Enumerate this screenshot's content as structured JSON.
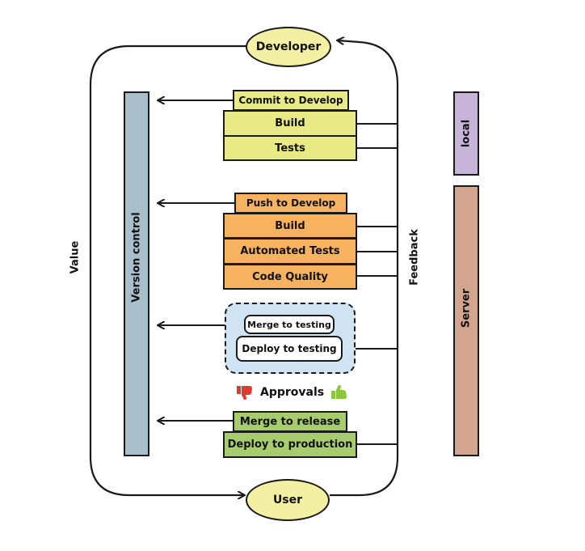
{
  "nodes": {
    "developer": "Developer",
    "user": "User",
    "version_control": "Version control",
    "value": "Value",
    "feedback": "Feedback",
    "local": "local",
    "server": "Server"
  },
  "stages": {
    "commit": {
      "header": "Commit to Develop",
      "build": "Build",
      "tests": "Tests"
    },
    "push": {
      "header": "Push to Develop",
      "build": "Build",
      "automated_tests": "Automated Tests",
      "code_quality": "Code Quality"
    },
    "testing": {
      "merge": "Merge to testing",
      "deploy": "Deploy to testing"
    },
    "approvals": {
      "label": "Approvals",
      "reject_icon": "thumbs-down-icon",
      "approve_icon": "thumbs-up-icon"
    },
    "release": {
      "merge": "Merge to release",
      "deploy": "Deploy to production"
    }
  },
  "colors": {
    "yellow": "#e8ea85",
    "orange": "#f7b260",
    "green": "#a6cc6e",
    "blue": "#cfe3f2",
    "version_control": "#a9c0cc",
    "local": "#c8b3d9",
    "server": "#d4a58e",
    "oval": "#f3f0a3"
  }
}
